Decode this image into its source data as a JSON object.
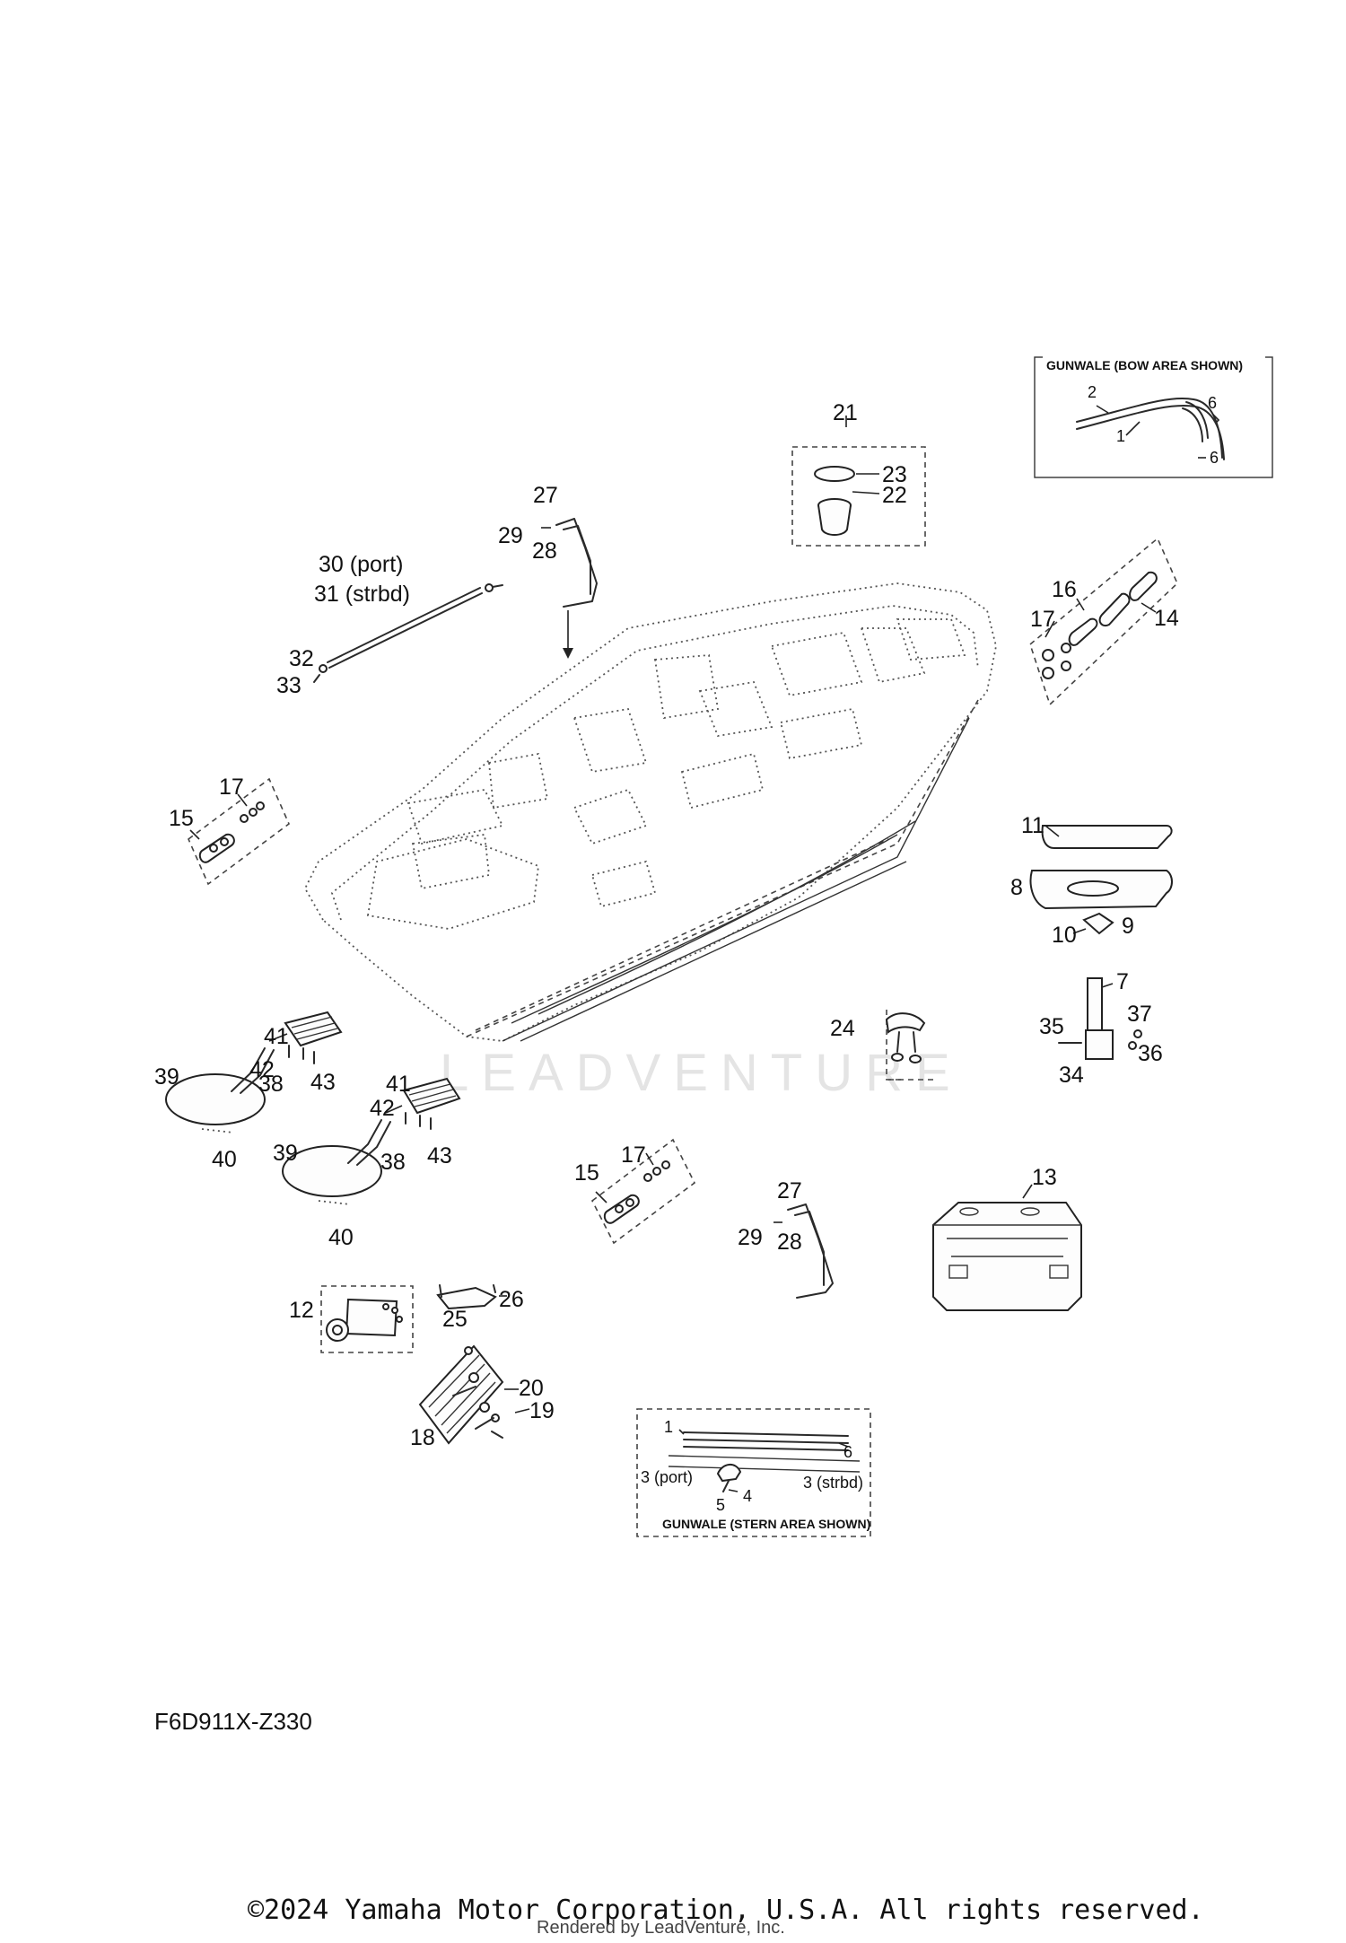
{
  "diagram_code": "F6D911X-Z330",
  "copyright": "©2024 Yamaha Motor Corporation, U.S.A. All rights reserved.",
  "rendered_by": "Rendered by LeadVenture, Inc.",
  "watermark": "LEADVENTURE",
  "insets": {
    "bow": {
      "title": "GUNWALE (BOW AREA SHOWN)"
    },
    "stern": {
      "title": "GUNWALE (STERN AREA SHOWN)"
    }
  },
  "callouts": {
    "c1a": "1",
    "c2": "2",
    "c6a": "6",
    "c6b": "6",
    "c21": "21",
    "c23": "23",
    "c22": "22",
    "c27a": "27",
    "c29a": "29",
    "c28a": "28",
    "c30": "30 (port)",
    "c31": "31 (strbd)",
    "c32": "32",
    "c33": "33",
    "c16": "16",
    "c17a": "17",
    "c14": "14",
    "c15a": "15",
    "c17b": "17",
    "c11": "11",
    "c8": "8",
    "c10": "10",
    "c9": "9",
    "c7": "7",
    "c35": "35",
    "c37": "37",
    "c36": "36",
    "c34": "34",
    "c24": "24",
    "c41a": "41",
    "c42a": "42",
    "c38a": "38",
    "c43a": "43",
    "c39a": "39",
    "c40a": "40",
    "c41b": "41",
    "c42b": "42",
    "c38b": "38",
    "c43b": "43",
    "c39b": "39",
    "c40b": "40",
    "c15b": "15",
    "c17c": "17",
    "c27b": "27",
    "c29b": "29",
    "c28b": "28",
    "c13": "13",
    "c12": "12",
    "c25": "25",
    "c26": "26",
    "c20": "20",
    "c19": "19",
    "c18": "18",
    "c1b": "1",
    "c6c": "6",
    "c3p": "3 (port)",
    "c3s": "3 (strbd)",
    "c4": "4",
    "c5": "5"
  }
}
